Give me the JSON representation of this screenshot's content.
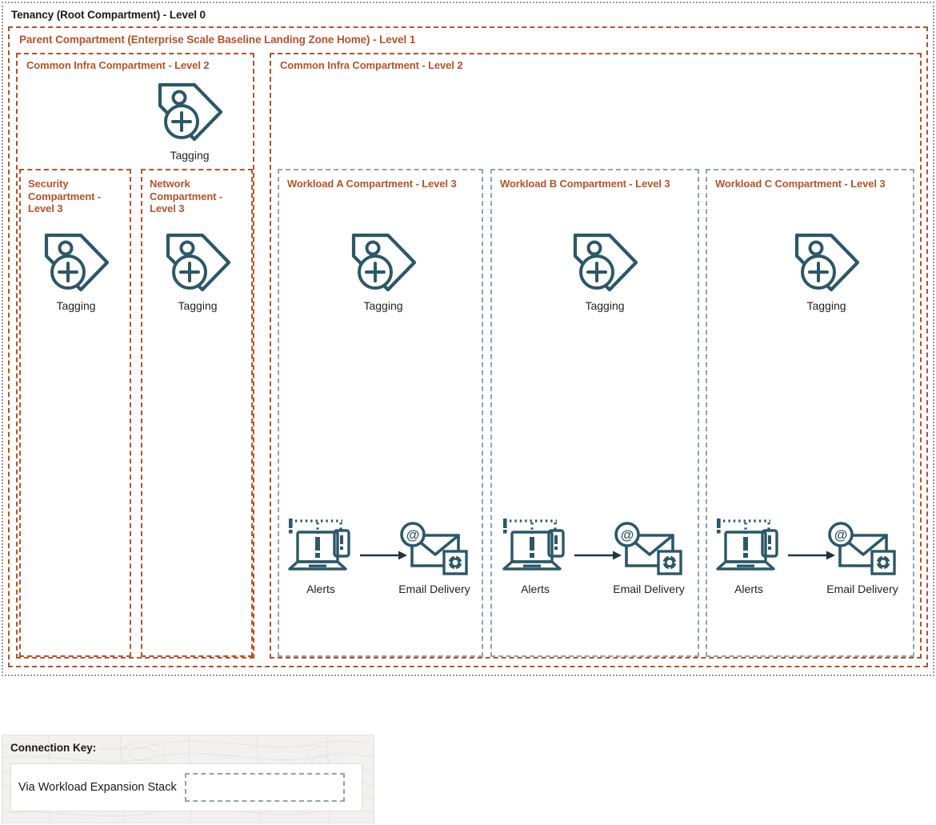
{
  "diagram": {
    "tenancy": {
      "title": "Tenancy (Root Compartment) - Level 0"
    },
    "parent": {
      "title": "Parent Compartment (Enterprise Scale Baseline Landing Zone Home) - Level 1"
    },
    "infra_left": {
      "title": "Common Infra Compartment - Level 2"
    },
    "infra_right": {
      "title": "Common Infra Compartment - Level 2"
    },
    "common_tagging": {
      "label": "Tagging",
      "icon": "tagging-icon"
    },
    "sub_compartments": [
      {
        "title": "Security Compartment - Level 3",
        "tagging_label": "Tagging"
      },
      {
        "title": "Network Compartment - Level 3",
        "tagging_label": "Tagging"
      }
    ],
    "workloads": [
      {
        "title": "Workload A Compartment - Level 3",
        "tagging_label": "Tagging",
        "alerts_label": "Alerts",
        "email_label": "Email Delivery"
      },
      {
        "title": "Workload B Compartment - Level 3",
        "tagging_label": "Tagging",
        "alerts_label": "Alerts",
        "email_label": "Email Delivery"
      },
      {
        "title": "Workload C Compartment - Level 3",
        "tagging_label": "Tagging",
        "alerts_label": "Alerts",
        "email_label": "Email Delivery"
      }
    ]
  },
  "legend": {
    "title": "Connection Key:",
    "entry_label": "Via Workload Expansion Stack"
  },
  "colors": {
    "compartment_orange": "#b5532a",
    "workload_border": "#8fa4ae",
    "tenancy_border": "#9a9a9a",
    "icon_teal": "#2c5868",
    "text_dark": "#1a1a1a"
  }
}
